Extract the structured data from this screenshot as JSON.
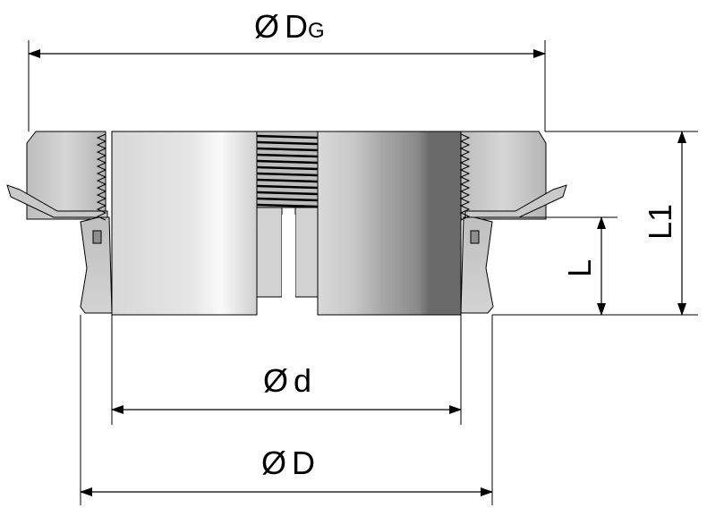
{
  "dimensions": {
    "dg": {
      "symbol": "Ø",
      "main": "D",
      "sub": "G"
    },
    "d_small": {
      "symbol": "Ø",
      "main": "d"
    },
    "d_big": {
      "symbol": "Ø",
      "main": "D"
    },
    "l": {
      "main": "L"
    },
    "l1": {
      "main": "L1"
    }
  },
  "colors": {
    "background": "#ffffff",
    "body_light": "#dcdcdc",
    "body_mid": "#c4c4c4",
    "body_dark": "#6a6a6a",
    "line": "#000000"
  }
}
